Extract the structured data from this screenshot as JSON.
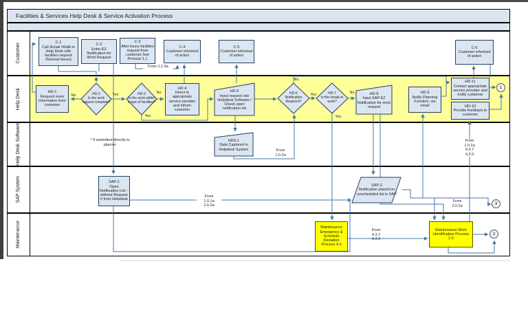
{
  "title": "Facilities & Services Help Desk & Service Activation Process",
  "lanes": {
    "customer": "Customer",
    "helpdesk": "Help Desk",
    "hds": "Help Desk Software",
    "sap": "SAP System",
    "maintenance": "Maintenance"
  },
  "nodes": {
    "c1": {
      "id": "C-1",
      "text": "Call /Email /Walk-in Help Desk with facilities request (Normal Hours)"
    },
    "c2": {
      "id": "C-2",
      "text": "Enter EZ Notification for Work Request"
    },
    "c3": {
      "id": "C-3",
      "text": "After hours facilities request from customer See Process 1.1"
    },
    "c4": {
      "id": "C-4",
      "text": "Customer informed of action"
    },
    "c5": {
      "id": "C-5",
      "text": "Customer informed of action"
    },
    "c6": {
      "id": "C-6",
      "text": "Customer informed of action"
    },
    "hd1": {
      "id": "HD-1",
      "text": "Request more information from customer"
    },
    "hd2": {
      "id": "HD-2",
      "text": "Is the work request complete?"
    },
    "hd3": {
      "id": "HD-3",
      "text": "Is the work within scope of facilities?"
    },
    "hd4": {
      "id": "HD-4",
      "text": "Direct to appropriate service provider and inform customer"
    },
    "hd5": {
      "id": "HD-5",
      "text": "Input request into Helpdesk Software / Check open notification list"
    },
    "hd6": {
      "id": "HD-6",
      "text": "Notification Required?"
    },
    "hd7": {
      "id": "HD-7",
      "text": "Is this break-in work?"
    },
    "hd8": {
      "id": "HD-8",
      "text": "Input SAP EZ Notification for work request"
    },
    "hd9": {
      "id": "HD-9",
      "text": "Notify Planning Function, via email"
    },
    "hd10": {
      "id": "HD-10",
      "text": "Provide feedback to customer"
    },
    "hd11": {
      "id": "HD-11",
      "text": "Contact appropriate service provider and notify customer"
    },
    "hds1": {
      "id": "HDS-1",
      "text": "Data Captured in Helpdesk System"
    },
    "sap1": {
      "id": "SAP-1",
      "text": "Open Notification List – without Request # from Helpdesk"
    },
    "sap2": {
      "id": "SAP-2",
      "text": "Notification placed on unscheduled list in SAP"
    },
    "m1": {
      "text": "Maintenance Emergency & Schedule Deviation Process 4.3"
    },
    "m2": {
      "text": "Maintenance Work Identification Process 1.0"
    }
  },
  "labels": {
    "no": "No",
    "yes": "Yes",
    "from_119a": "From 1.1.9a",
    "from_102a": "From\n1.0.2a",
    "from_102a_437_439": "From\n1.0.2a\n4.3.7\n4.3.9",
    "from_101a_202a": "From\n1.0.1a\n2.0.2a",
    "from_202a": "From\n2.0.2a",
    "from_437_439": "From\n4.3.7\n4.3.9",
    "note_planner": "* If submitted directly to planner",
    "ref1": "1",
    "ref2": "2",
    "ref3": "3"
  },
  "colors": {
    "connector": "#4576A8",
    "lane_yellow": "#FFFF99",
    "node_fill": "#DCE6F2",
    "node_border": "#243F60",
    "highlight_yellow": "#FFFF00",
    "header_fill": "#DBE5F1"
  }
}
